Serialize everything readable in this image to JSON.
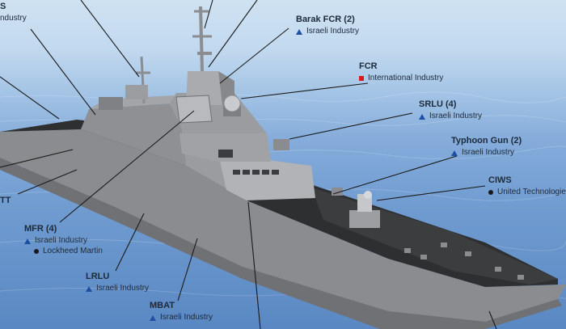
{
  "colors": {
    "israeli_industry_marker": "#1f4fa3",
    "international_industry_marker": "#d81a1a",
    "foreign_vendor_marker": "#1a1a1a",
    "hull": "#8a8c8f",
    "deck": "#2d2f31",
    "leader_line": "#1a1a1a"
  },
  "marker_icons": {
    "israeli": "blue-triangle",
    "international": "red-square",
    "foreign": "black-dot"
  },
  "callouts": {
    "top_left_partial": {
      "title": "S",
      "line": "ndustry"
    },
    "barak_fcr": {
      "title": "Barak FCR (2)",
      "line": "Israeli Industry"
    },
    "fcr": {
      "title": "FCR",
      "line": "International Industry"
    },
    "srlu": {
      "title": "SRLU (4)",
      "line": "Israeli Industry"
    },
    "typhoon": {
      "title": "Typhoon Gun (2)",
      "line": "Israeli Industry"
    },
    "ciws": {
      "title": "CIWS",
      "line": "United Technologies"
    },
    "tt_partial": {
      "title": "TT"
    },
    "mfr": {
      "title": "MFR (4)",
      "line1": "Israeli Industry",
      "line2": "Lockheed Martin"
    },
    "lrlu": {
      "title": "LRLU",
      "line": "Israeli Industry"
    },
    "mbat": {
      "title": "MBAT",
      "line": "Israeli Industry"
    }
  }
}
